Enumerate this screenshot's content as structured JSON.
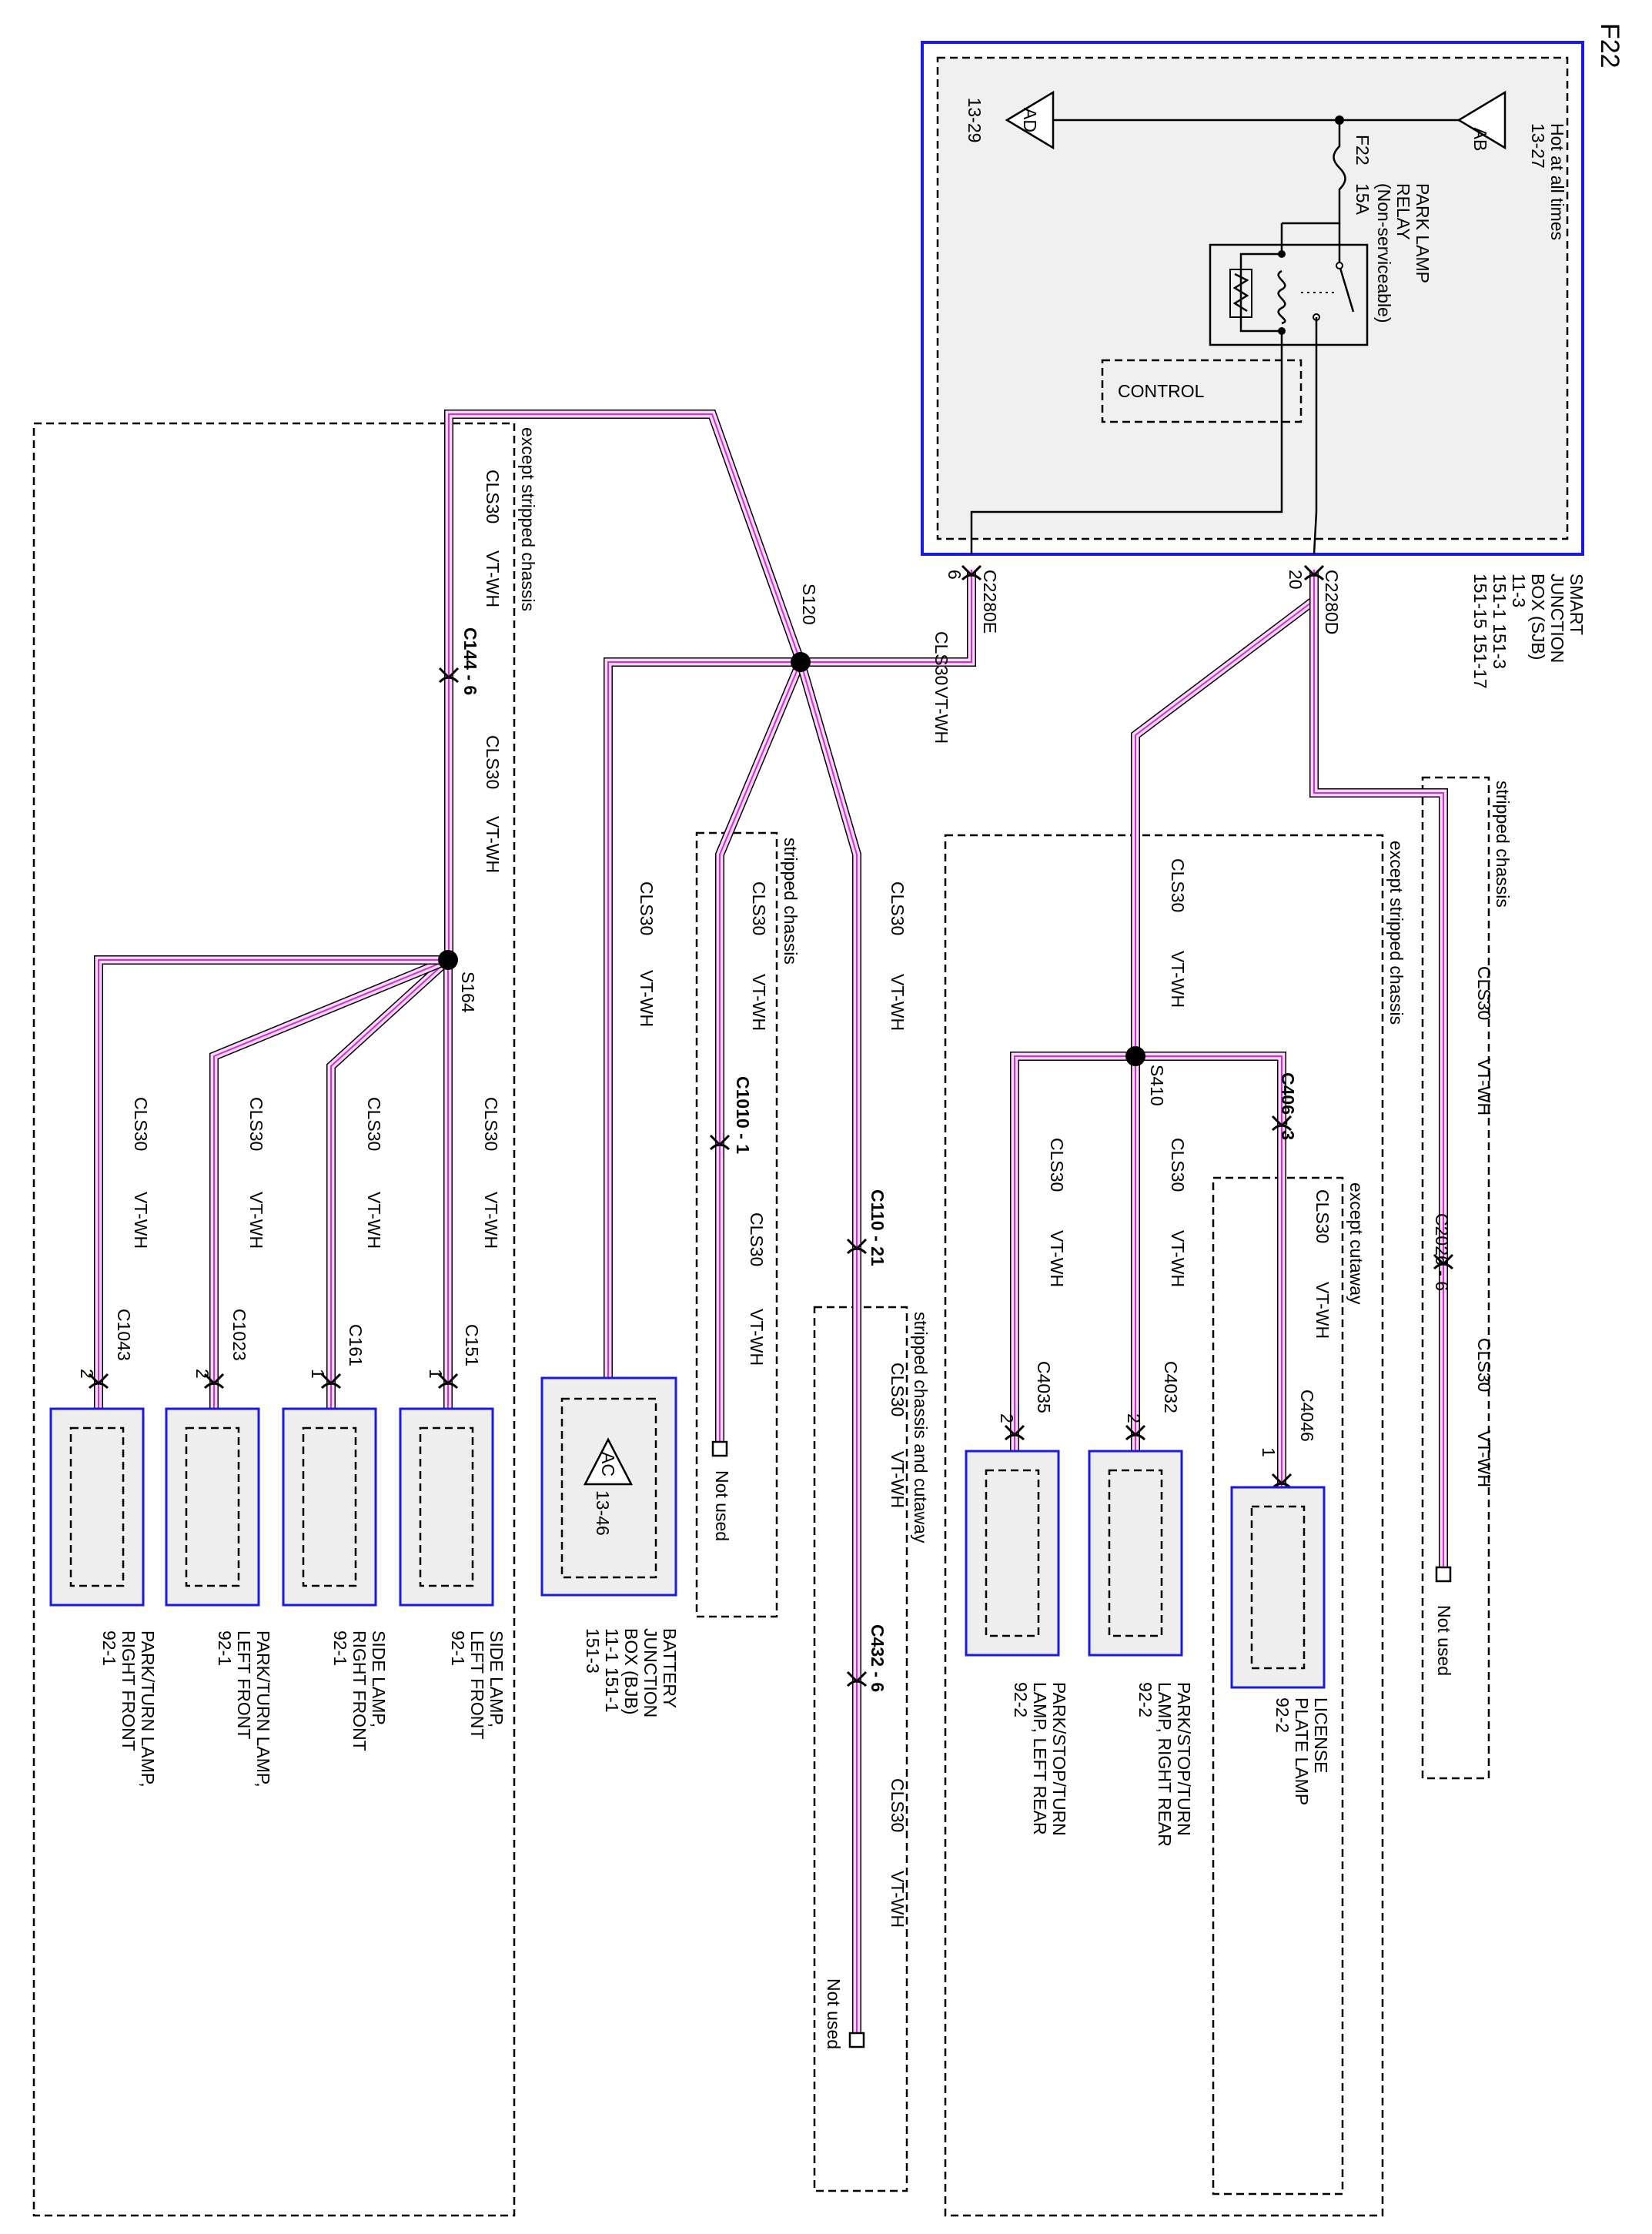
{
  "page_id": "F22",
  "wire": {
    "circuit": "CLS30",
    "color": "VT-WH",
    "color_hex": "#cc33cc"
  },
  "sjb": {
    "name_lines": [
      "SMART",
      "JUNCTION",
      "BOX (SJB)",
      "11-3",
      "151-1     151-3",
      "151-15   151-17"
    ],
    "hot_label": [
      "Hot at all times",
      "13-27"
    ],
    "ab": "AB",
    "ad": "AD",
    "ad_ref": "13-29",
    "fuse": [
      "F22",
      "15A"
    ],
    "relay_lines": [
      "PARK LAMP",
      "RELAY",
      "(Non-serviceable)"
    ],
    "control": "CONTROL",
    "pin_e": "C2280E",
    "pin_e_num": "6",
    "pin_d": "C2280D",
    "pin_d_num": "20"
  },
  "splices": {
    "s120": "S120",
    "s164": "S164",
    "s410": "S410"
  },
  "notes": {
    "except_stripped_chassis": "except stripped chassis",
    "stripped_chassis": "stripped chassis",
    "stripped_and_cutaway": "stripped chassis and cutaway",
    "except_cutaway": "except cutaway"
  },
  "connectors": {
    "c144": "C144 - 6",
    "c1010": "C1010 - 1",
    "c110": "C110 - 21",
    "c432": "C432 - 6",
    "c406": "C406 - 3",
    "c2026": "C2026 - 6",
    "c151": "C151",
    "c151_pin": "1",
    "c161": "C161",
    "c161_pin": "1",
    "c1023": "C1023",
    "c1023_pin": "2",
    "c1043": "C1043",
    "c1043_pin": "2",
    "c4035": "C4035",
    "c4035_pin": "2",
    "c4032": "C4032",
    "c4032_pin": "2",
    "c4046": "C4046",
    "c4046_pin": "1"
  },
  "not_used": "Not used",
  "components": {
    "side_left_front": [
      "SIDE LAMP,",
      "LEFT FRONT",
      "92-1"
    ],
    "side_right_front": [
      "SIDE LAMP,",
      "RIGHT FRONT",
      "92-1"
    ],
    "park_left_front": [
      "PARK/TURN LAMP,",
      "LEFT FRONT",
      "92-1"
    ],
    "park_right_front": [
      "PARK/TURN LAMP,",
      "RIGHT FRONT",
      "92-1"
    ],
    "bjb": [
      "BATTERY",
      "JUNCTION",
      "BOX (BJB)",
      "11-1       151-1",
      "151-3"
    ],
    "bjb_ac": "AC",
    "bjb_ref": "13-46",
    "park_left_rear": [
      "PARK/STOP/TURN",
      "LAMP, LEFT REAR",
      "92-2"
    ],
    "park_right_rear": [
      "PARK/STOP/TURN",
      "LAMP, RIGHT REAR",
      "92-2"
    ],
    "license": [
      "LICENSE",
      "PLATE LAMP",
      "92-2"
    ]
  }
}
